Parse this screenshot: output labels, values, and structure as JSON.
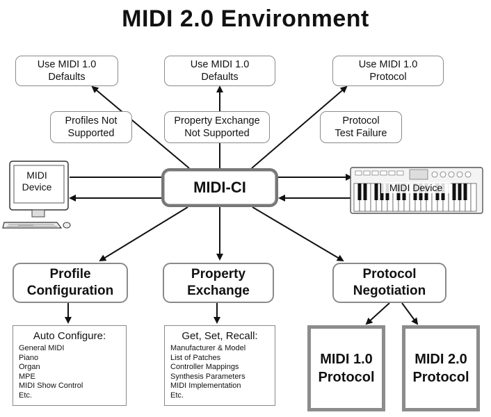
{
  "title": "MIDI 2.0 Environment",
  "center": "MIDI-CI",
  "top_row": [
    {
      "line1": "Use MIDI 1.0",
      "line2": "Defaults"
    },
    {
      "line1": "Use MIDI 1.0",
      "line2": "Defaults"
    },
    {
      "line1": "Use MIDI 1.0",
      "line2": "Protocol"
    }
  ],
  "conditions": [
    {
      "line1": "Profiles Not",
      "line2": "Supported"
    },
    {
      "line1": "Property Exchange",
      "line2": "Not Supported"
    },
    {
      "line1": "Protocol",
      "line2": "Test Failure"
    }
  ],
  "devices": {
    "left": {
      "line1": "MIDI",
      "line2": "Device"
    },
    "right": "MIDI Device"
  },
  "functions": [
    {
      "line1": "Profile",
      "line2": "Configuration"
    },
    {
      "line1": "Property",
      "line2": "Exchange"
    },
    {
      "line1": "Protocol",
      "line2": "Negotiation"
    }
  ],
  "profile_list": {
    "heading": "Auto Configure:",
    "items": [
      "General MIDI",
      "Piano",
      "Organ",
      "MPE",
      "MIDI Show Control",
      "Etc."
    ]
  },
  "property_list": {
    "heading": "Get, Set, Recall:",
    "items": [
      "Manufacturer & Model",
      "List of Patches",
      "Controller Mappings",
      "Synthesis Parameters",
      "MIDI Implementation",
      "Etc."
    ]
  },
  "protocols": [
    {
      "line1": "MIDI 1.0",
      "line2": "Protocol"
    },
    {
      "line1": "MIDI 2.0",
      "line2": "Protocol"
    }
  ],
  "colors": {
    "stroke": "#111111",
    "box_border": "#8a8a8a",
    "center_border": "#777777"
  },
  "icons": [
    "computer-icon",
    "keyboard-controller-icon"
  ]
}
